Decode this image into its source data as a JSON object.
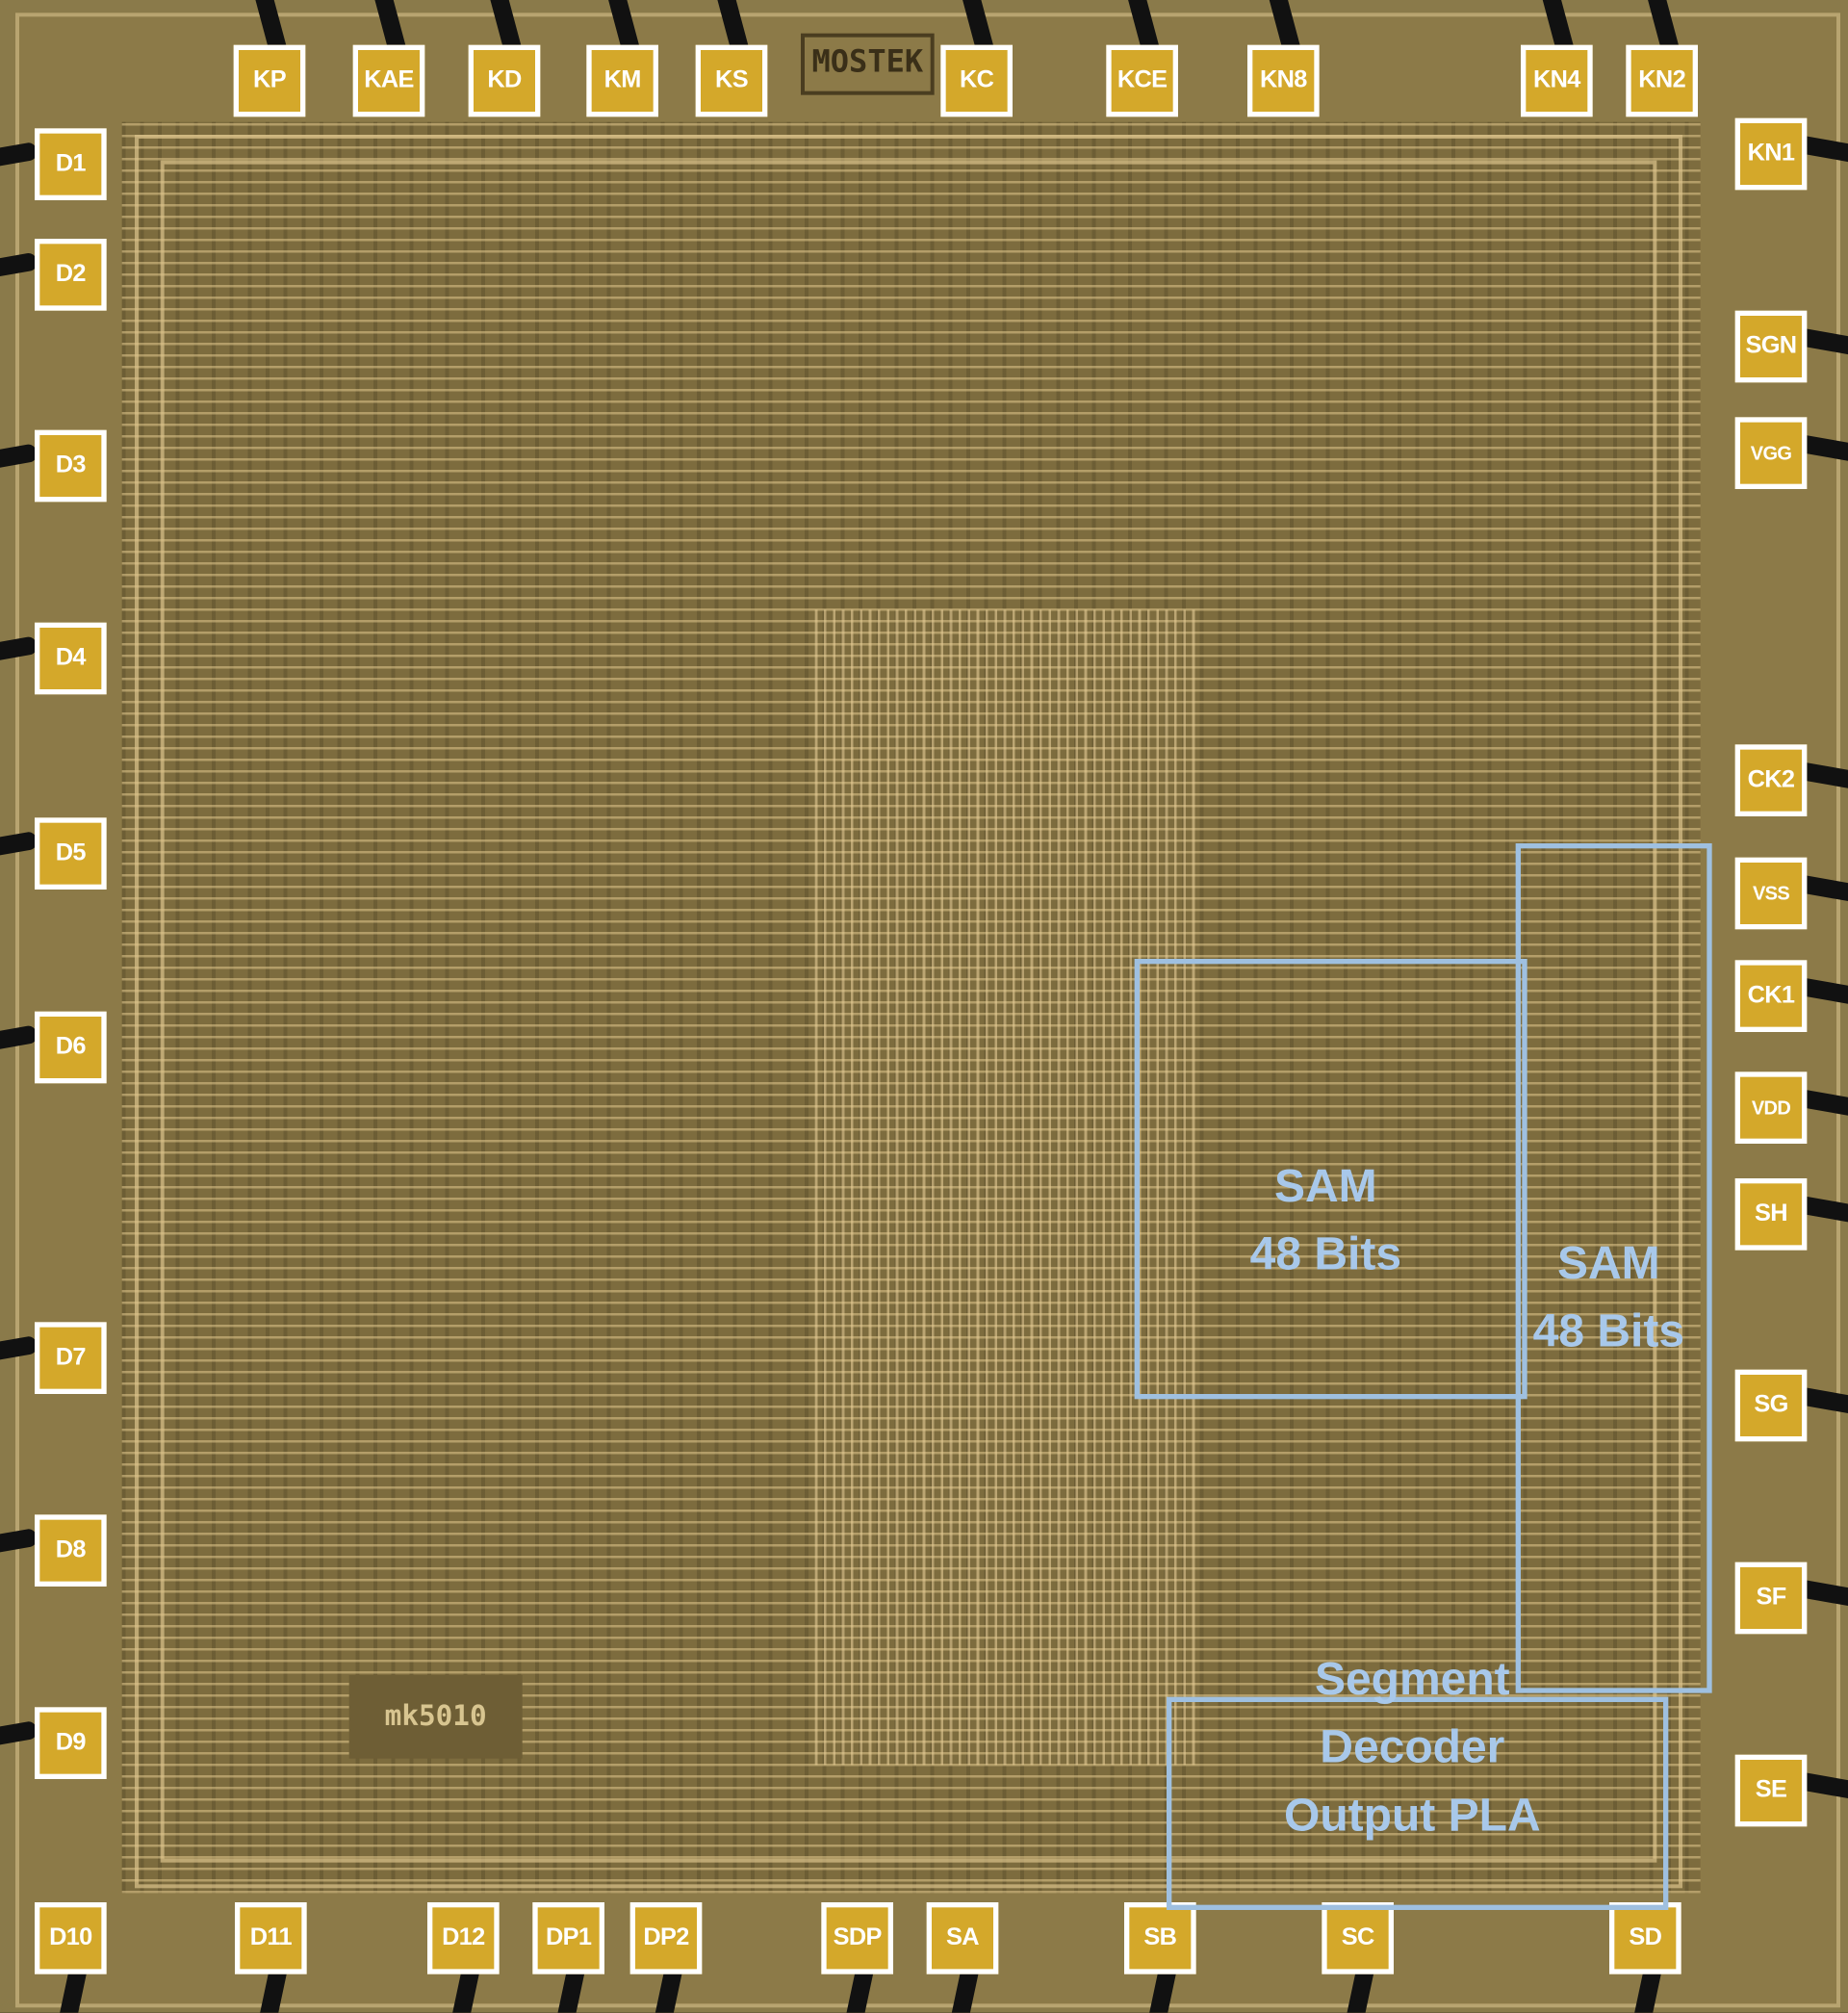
{
  "title": "MOSTEK MK5010 die",
  "die_markings": {
    "manufacturer": "MOSTEK",
    "part": "mk5010"
  },
  "pads": {
    "top": [
      "KP",
      "KAE",
      "KD",
      "KM",
      "KS",
      "KC",
      "KCE",
      "KN8",
      "KN4",
      "KN2"
    ],
    "left": [
      "D1",
      "D2",
      "D3",
      "D4",
      "D5",
      "D6",
      "D7",
      "D8",
      "D9"
    ],
    "right": [
      "KN1",
      "SGN",
      "VGG",
      "CK2",
      "VSS",
      "CK1",
      "VDD",
      "SH",
      "SG",
      "SF",
      "SE"
    ],
    "bottom": [
      "D10",
      "D11",
      "D12",
      "DP1",
      "DP2",
      "SDP",
      "SA",
      "SB",
      "SC",
      "SD"
    ]
  },
  "blocks": [
    {
      "lines": [
        "SAM",
        "48 Bits"
      ]
    },
    {
      "lines": [
        "SAM",
        "48 Bits"
      ]
    },
    {
      "lines": [
        "Segment",
        "Decoder",
        "Output PLA"
      ]
    }
  ],
  "colors": {
    "pad": "#d4a82a",
    "annotation": "#9fc0e0"
  }
}
